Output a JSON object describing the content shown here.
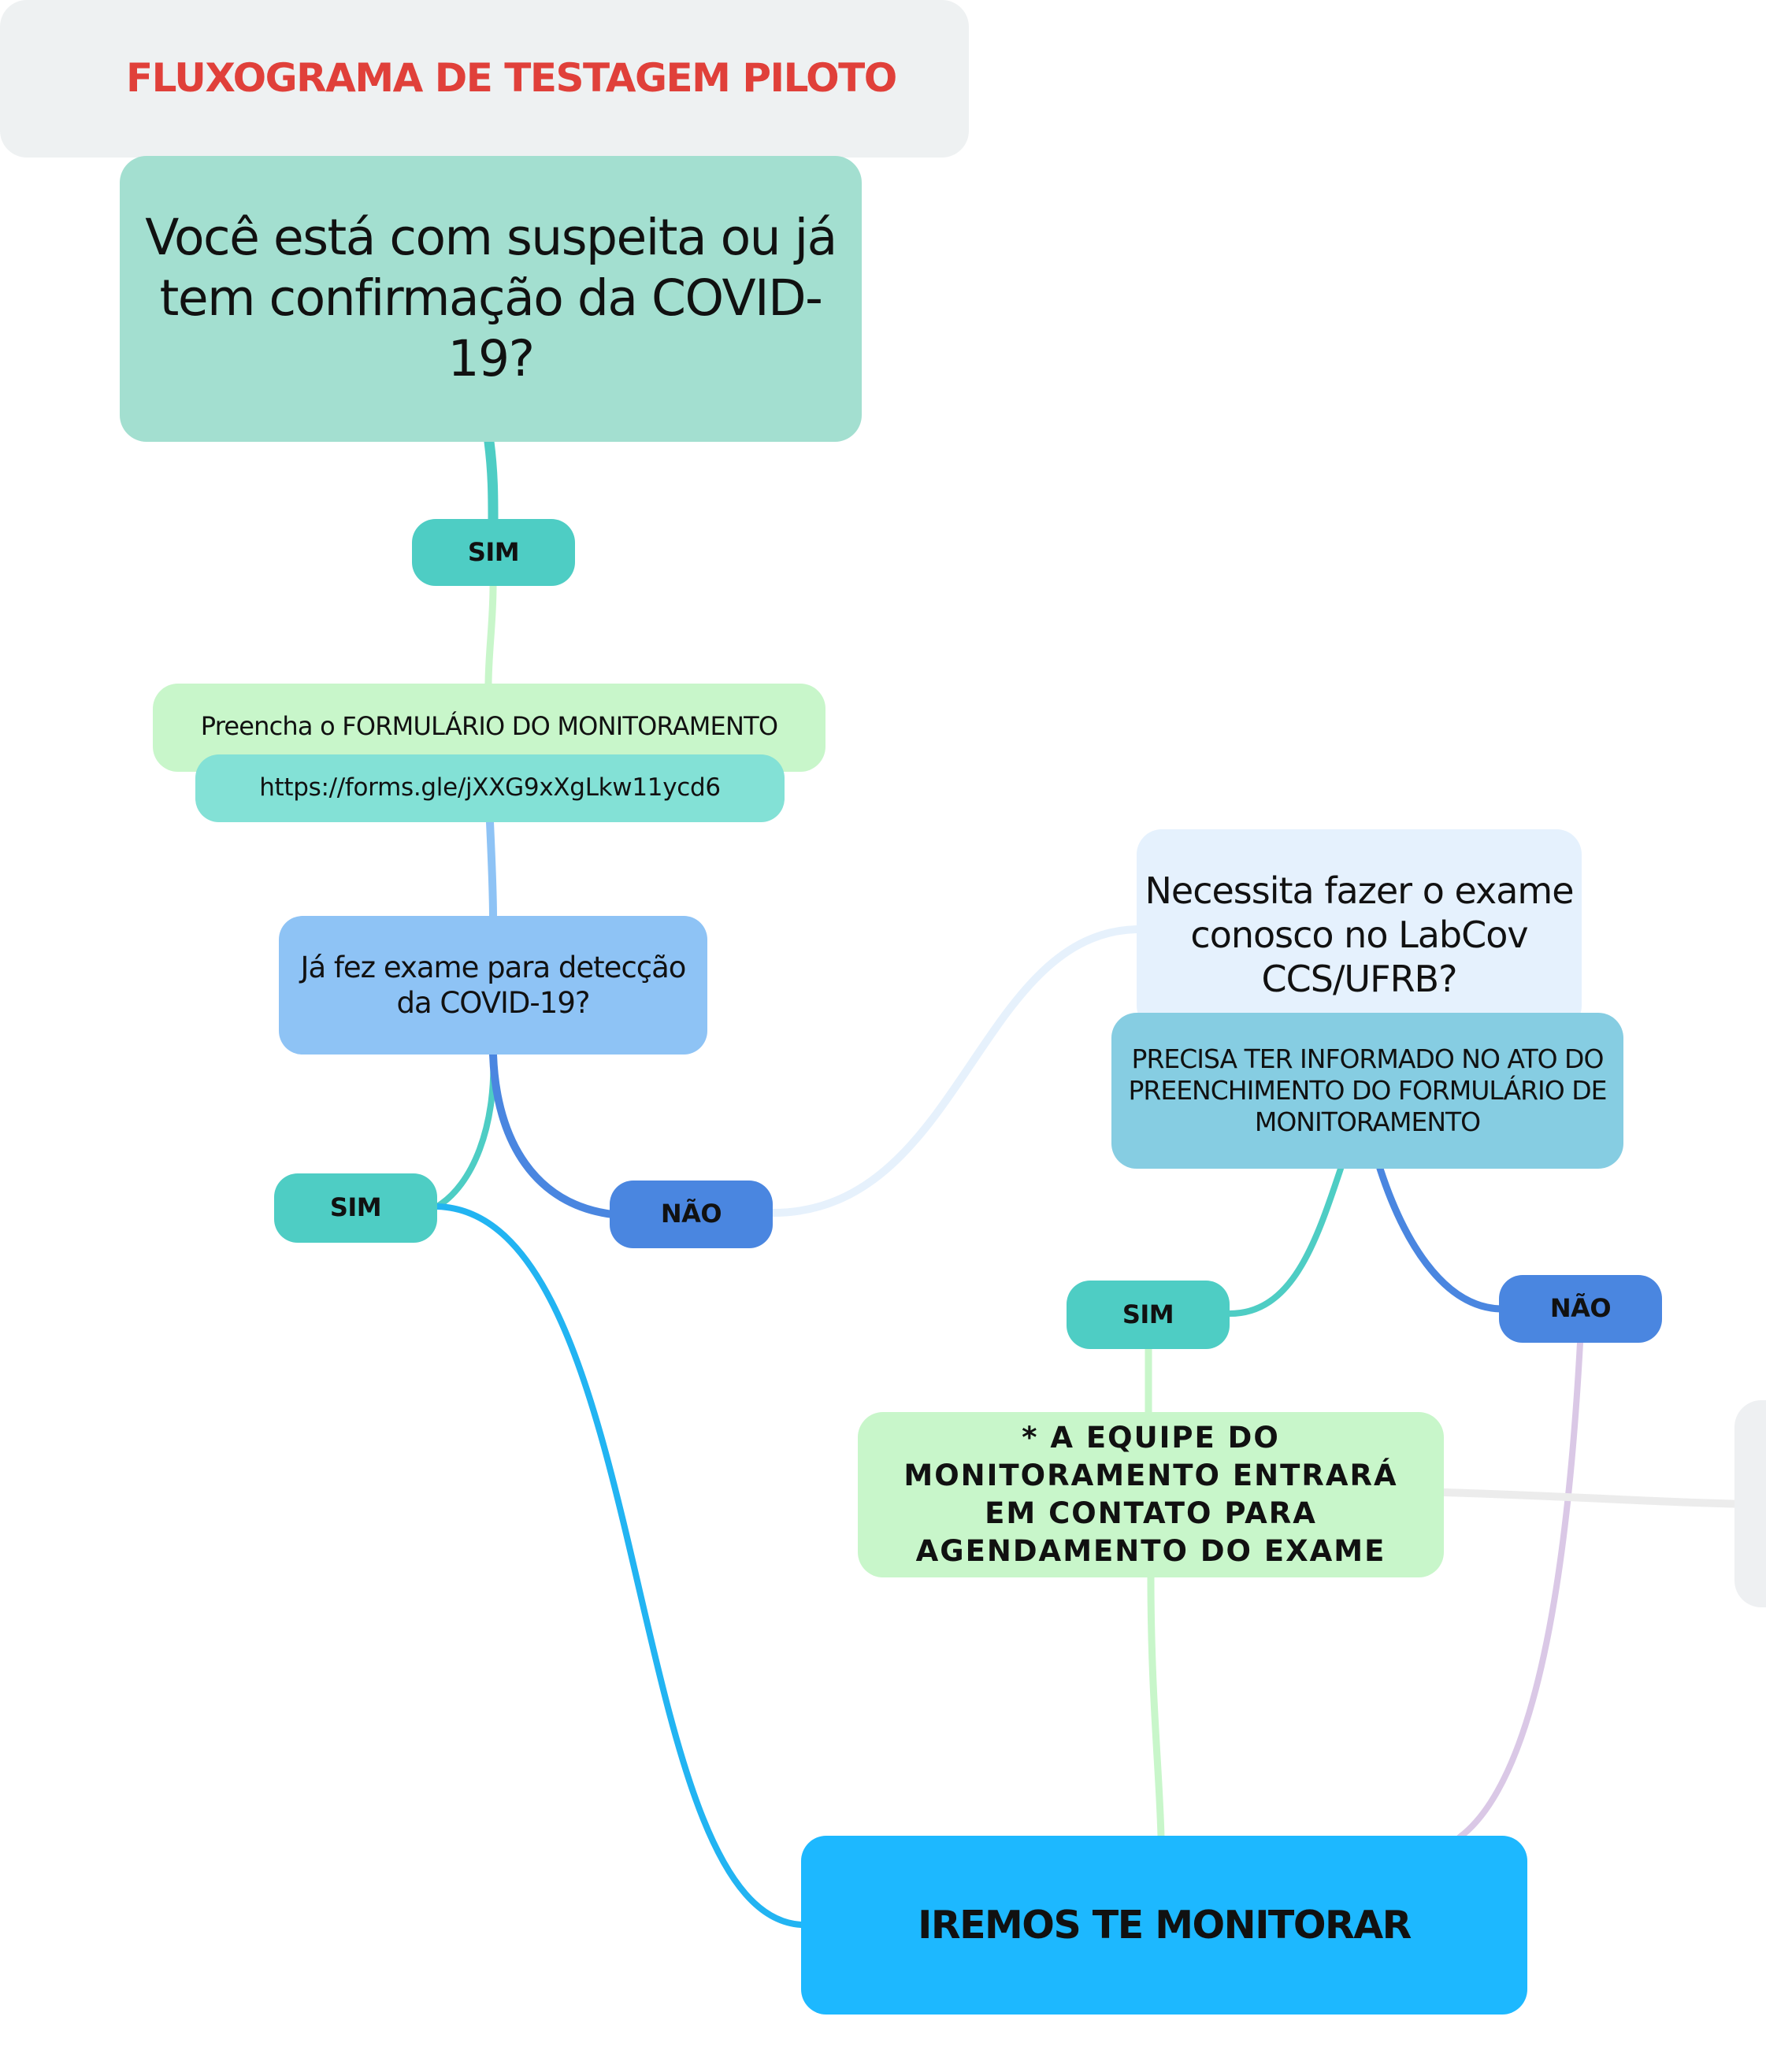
{
  "title": "FLUXOGRAMA DE TESTAGEM PILOTO",
  "nodes": {
    "question_suspicion": "Você está com suspeita ou já tem confirmação da COVID-19?",
    "sim_1": "SIM",
    "fill_form": "Preencha o FORMULÁRIO DO MONITORAMENTO",
    "form_link": "https://forms.gle/jXXG9xXgLkw11ycd6",
    "question_exam_done": "Já fez exame para detecção da COVID-19?",
    "sim_2": "SIM",
    "nao_1": "NÃO",
    "question_need_exam": "Necessita fazer o exame conosco no LabCov CCS/UFRB?",
    "must_inform": "PRECISA TER INFORMADO NO ATO DO PREENCHIMENTO DO FORMULÁRIO DE MONITORAMENTO",
    "sim_3": "SIM",
    "nao_2": "NÃO",
    "team_contact": "* A EQUIPE DO MONITORAMENTO ENTRARÁ EM CONTATO PARA AGENDAMENTO DO EXAME",
    "monitor": "IREMOS TE MONITORAR"
  },
  "colors": {
    "title": "#e0403a",
    "teal": "#4ecdc4",
    "blue": "#4a86e0",
    "light_green": "#c8f6ca",
    "mint": "#a3dfd0",
    "sky": "#1db8ff"
  }
}
